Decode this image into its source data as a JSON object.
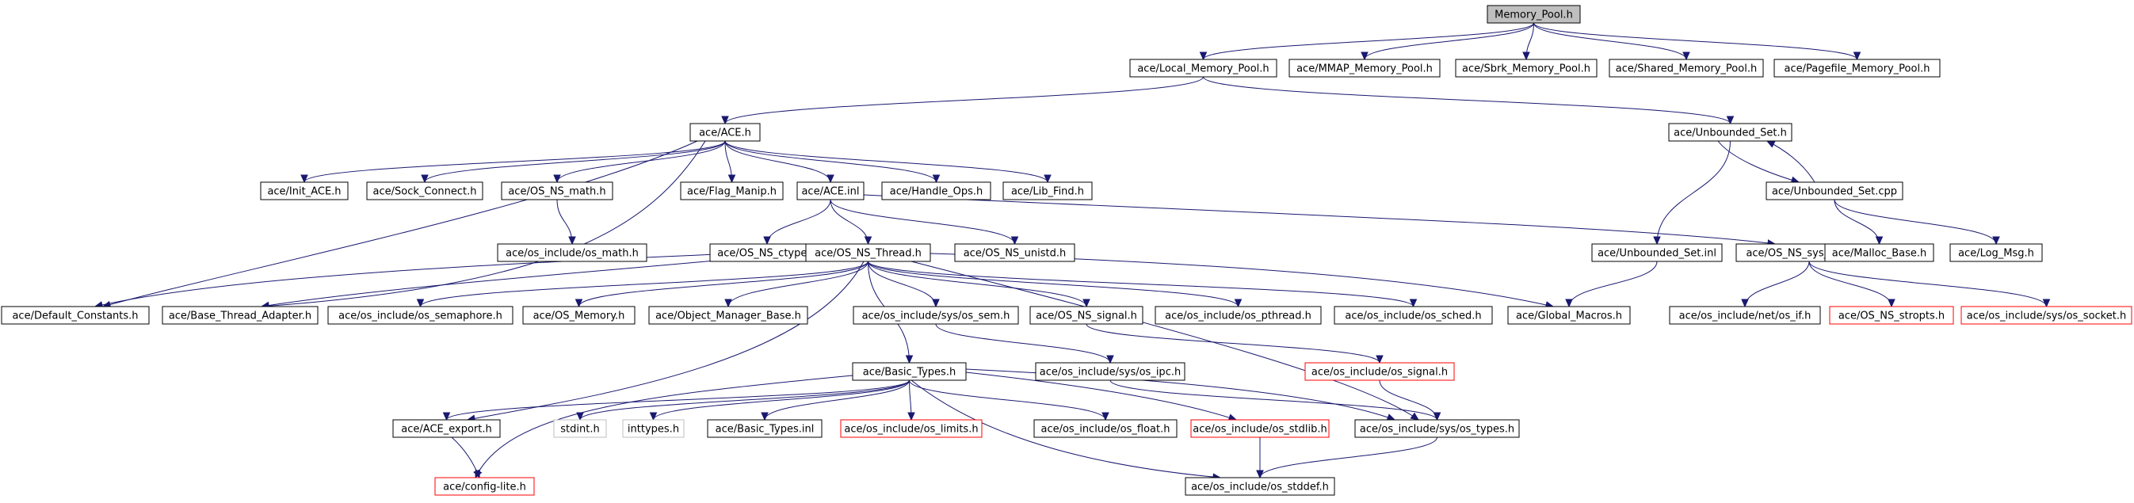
{
  "diagram": {
    "title": "Memory_Pool.h",
    "colors": {
      "edge": "#191970",
      "root_fill": "#bfbfbf",
      "missing_border": "#ff0000",
      "system_border": "#bfbfbf"
    },
    "nodes": [
      {
        "id": "memory-pool",
        "label": "Memory_Pool.h",
        "style": "root"
      },
      {
        "id": "local-memory-pool",
        "label": "ace/Local_Memory_Pool.h"
      },
      {
        "id": "mmap-memory-pool",
        "label": "ace/MMAP_Memory_Pool.h"
      },
      {
        "id": "sbrk-memory-pool",
        "label": "ace/Sbrk_Memory_Pool.h"
      },
      {
        "id": "shared-memory-pool",
        "label": "ace/Shared_Memory_Pool.h"
      },
      {
        "id": "pagefile-memory-pool",
        "label": "ace/Pagefile_Memory_Pool.h"
      },
      {
        "id": "ace-h",
        "label": "ace/ACE.h"
      },
      {
        "id": "unbounded-set-h",
        "label": "ace/Unbounded_Set.h"
      },
      {
        "id": "init-ace",
        "label": "ace/Init_ACE.h"
      },
      {
        "id": "sock-connect",
        "label": "ace/Sock_Connect.h"
      },
      {
        "id": "os-ns-math",
        "label": "ace/OS_NS_math.h"
      },
      {
        "id": "flag-manip",
        "label": "ace/Flag_Manip.h"
      },
      {
        "id": "ace-inl",
        "label": "ace/ACE.inl"
      },
      {
        "id": "handle-ops",
        "label": "ace/Handle_Ops.h"
      },
      {
        "id": "lib-find",
        "label": "ace/Lib_Find.h"
      },
      {
        "id": "unbounded-set-cpp",
        "label": "ace/Unbounded_Set.cpp"
      },
      {
        "id": "os-math",
        "label": "ace/os_include/os_math.h"
      },
      {
        "id": "os-ns-ctype",
        "label": "ace/OS_NS_ctype.h"
      },
      {
        "id": "os-ns-thread",
        "label": "ace/OS_NS_Thread.h"
      },
      {
        "id": "os-ns-unistd",
        "label": "ace/OS_NS_unistd.h"
      },
      {
        "id": "unbounded-set-inl",
        "label": "ace/Unbounded_Set.inl"
      },
      {
        "id": "os-ns-sys-socket",
        "label": "ace/OS_NS_sys_socket.h"
      },
      {
        "id": "malloc-base",
        "label": "ace/Malloc_Base.h"
      },
      {
        "id": "log-msg",
        "label": "ace/Log_Msg.h"
      },
      {
        "id": "default-constants",
        "label": "ace/Default_Constants.h"
      },
      {
        "id": "base-thread-adapter",
        "label": "ace/Base_Thread_Adapter.h"
      },
      {
        "id": "os-semaphore",
        "label": "ace/os_include/os_semaphore.h"
      },
      {
        "id": "os-memory",
        "label": "ace/OS_Memory.h"
      },
      {
        "id": "object-manager-base",
        "label": "ace/Object_Manager_Base.h"
      },
      {
        "id": "os-sys-sem",
        "label": "ace/os_include/sys/os_sem.h"
      },
      {
        "id": "os-ns-signal",
        "label": "ace/OS_NS_signal.h"
      },
      {
        "id": "os-pthread",
        "label": "ace/os_include/os_pthread.h"
      },
      {
        "id": "os-sched",
        "label": "ace/os_include/os_sched.h"
      },
      {
        "id": "global-macros",
        "label": "ace/Global_Macros.h"
      },
      {
        "id": "os-net-if",
        "label": "ace/os_include/net/os_if.h"
      },
      {
        "id": "os-ns-stropts",
        "label": "ace/OS_NS_stropts.h",
        "style": "missing"
      },
      {
        "id": "os-sys-socket",
        "label": "ace/os_include/sys/os_socket.h",
        "style": "missing"
      },
      {
        "id": "basic-types-h",
        "label": "ace/Basic_Types.h"
      },
      {
        "id": "os-sys-ipc",
        "label": "ace/os_include/sys/os_ipc.h"
      },
      {
        "id": "os-signal",
        "label": "ace/os_include/os_signal.h",
        "style": "missing"
      },
      {
        "id": "ace-export",
        "label": "ace/ACE_export.h"
      },
      {
        "id": "stdint",
        "label": "stdint.h",
        "style": "system"
      },
      {
        "id": "inttypes",
        "label": "inttypes.h",
        "style": "system"
      },
      {
        "id": "basic-types-inl",
        "label": "ace/Basic_Types.inl"
      },
      {
        "id": "os-limits",
        "label": "ace/os_include/os_limits.h",
        "style": "missing"
      },
      {
        "id": "os-float",
        "label": "ace/os_include/os_float.h"
      },
      {
        "id": "os-stdlib",
        "label": "ace/os_include/os_stdlib.h",
        "style": "missing"
      },
      {
        "id": "os-sys-types",
        "label": "ace/os_include/sys/os_types.h"
      },
      {
        "id": "config-lite",
        "label": "ace/config-lite.h",
        "style": "missing"
      },
      {
        "id": "os-stddef",
        "label": "ace/os_include/os_stddef.h"
      }
    ],
    "edges": [
      [
        "memory-pool",
        "local-memory-pool"
      ],
      [
        "memory-pool",
        "mmap-memory-pool"
      ],
      [
        "memory-pool",
        "sbrk-memory-pool"
      ],
      [
        "memory-pool",
        "shared-memory-pool"
      ],
      [
        "memory-pool",
        "pagefile-memory-pool"
      ],
      [
        "local-memory-pool",
        "ace-h"
      ],
      [
        "local-memory-pool",
        "unbounded-set-h"
      ],
      [
        "ace-h",
        "init-ace"
      ],
      [
        "ace-h",
        "sock-connect"
      ],
      [
        "ace-h",
        "os-ns-math"
      ],
      [
        "ace-h",
        "flag-manip"
      ],
      [
        "ace-h",
        "ace-inl"
      ],
      [
        "ace-h",
        "handle-ops"
      ],
      [
        "ace-h",
        "lib-find"
      ],
      [
        "ace-h",
        "default-constants"
      ],
      [
        "ace-h",
        "base-thread-adapter"
      ],
      [
        "os-ns-math",
        "os-math"
      ],
      [
        "ace-inl",
        "os-ns-ctype"
      ],
      [
        "ace-inl",
        "os-ns-thread"
      ],
      [
        "ace-inl",
        "os-ns-unistd"
      ],
      [
        "ace-inl",
        "os-ns-sys-socket"
      ],
      [
        "unbounded-set-h",
        "unbounded-set-inl"
      ],
      [
        "unbounded-set-h",
        "unbounded-set-cpp"
      ],
      [
        "unbounded-set-cpp",
        "unbounded-set-h"
      ],
      [
        "unbounded-set-cpp",
        "malloc-base"
      ],
      [
        "unbounded-set-cpp",
        "log-msg"
      ],
      [
        "unbounded-set-inl",
        "global-macros"
      ],
      [
        "os-ns-sys-socket",
        "os-net-if"
      ],
      [
        "os-ns-sys-socket",
        "os-ns-stropts"
      ],
      [
        "os-ns-sys-socket",
        "os-sys-socket"
      ],
      [
        "os-ns-thread",
        "default-constants"
      ],
      [
        "os-ns-thread",
        "base-thread-adapter"
      ],
      [
        "os-ns-thread",
        "os-semaphore"
      ],
      [
        "os-ns-thread",
        "os-memory"
      ],
      [
        "os-ns-thread",
        "object-manager-base"
      ],
      [
        "os-ns-thread",
        "os-sys-sem"
      ],
      [
        "os-ns-thread",
        "os-ns-signal"
      ],
      [
        "os-ns-thread",
        "os-pthread"
      ],
      [
        "os-ns-thread",
        "os-sched"
      ],
      [
        "os-ns-thread",
        "global-macros"
      ],
      [
        "os-ns-thread",
        "basic-types-h"
      ],
      [
        "os-ns-thread",
        "ace-export"
      ],
      [
        "os-ns-thread",
        "os-sys-types"
      ],
      [
        "os-sys-sem",
        "os-sys-ipc"
      ],
      [
        "os-ns-signal",
        "os-signal"
      ],
      [
        "os-sys-ipc",
        "os-sys-types"
      ],
      [
        "os-signal",
        "os-sys-types"
      ],
      [
        "basic-types-h",
        "ace-export"
      ],
      [
        "basic-types-h",
        "stdint"
      ],
      [
        "basic-types-h",
        "inttypes"
      ],
      [
        "basic-types-h",
        "basic-types-inl"
      ],
      [
        "basic-types-h",
        "os-limits"
      ],
      [
        "basic-types-h",
        "os-float"
      ],
      [
        "basic-types-h",
        "os-stdlib"
      ],
      [
        "basic-types-h",
        "os-sys-types"
      ],
      [
        "basic-types-h",
        "os-stddef"
      ],
      [
        "basic-types-h",
        "config-lite"
      ],
      [
        "ace-export",
        "config-lite"
      ],
      [
        "os-stdlib",
        "os-stddef"
      ],
      [
        "os-sys-types",
        "os-stddef"
      ]
    ]
  }
}
